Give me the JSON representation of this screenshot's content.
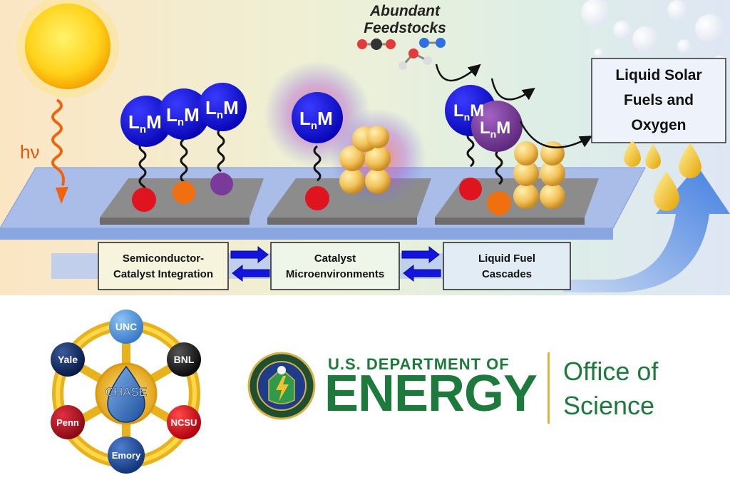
{
  "diagram": {
    "light_label": "hν",
    "ligand_base": "L",
    "ligand_sub": "n",
    "ligand_metal": "M",
    "feedstocks_line1": "Abundant",
    "feedstocks_line2": "Feedstocks",
    "output_line1": "Liquid Solar",
    "output_line2": "Fuels and",
    "output_line3": "Oxygen",
    "box1_line1": "Semiconductor-",
    "box1_line2": "Catalyst Integration",
    "box2_line1": "Catalyst",
    "box2_line2": "Microenvironments",
    "box3_line1": "Liquid Fuel",
    "box3_line2": "Cascades"
  },
  "chase": {
    "center": "CHASE",
    "nodes": [
      "UNC",
      "BNL",
      "NCSU",
      "Emory",
      "Penn",
      "Yale"
    ],
    "colors": {
      "UNC": "#4a90d9",
      "BNL": "#1a1a1a",
      "NCSU": "#c8102e",
      "Emory": "#1f4e9a",
      "Penn": "#a50f1c",
      "Yale": "#0f2a5c",
      "ring": "#f2c12e"
    }
  },
  "doe": {
    "line_small": "U.S. DEPARTMENT OF",
    "line_big": "ENERGY",
    "office_line1": "Office of",
    "office_line2": "Science",
    "green": "#1e7a3c",
    "gold": "#e2b33b"
  },
  "colors": {
    "ligand_blue": "#1010d8",
    "ligand_purple": "#7a3a9a",
    "anchor_red": "#e0141e",
    "anchor_orange": "#f07010",
    "anchor_purple": "#7a3a9a",
    "belt": "#9fb6e6"
  }
}
